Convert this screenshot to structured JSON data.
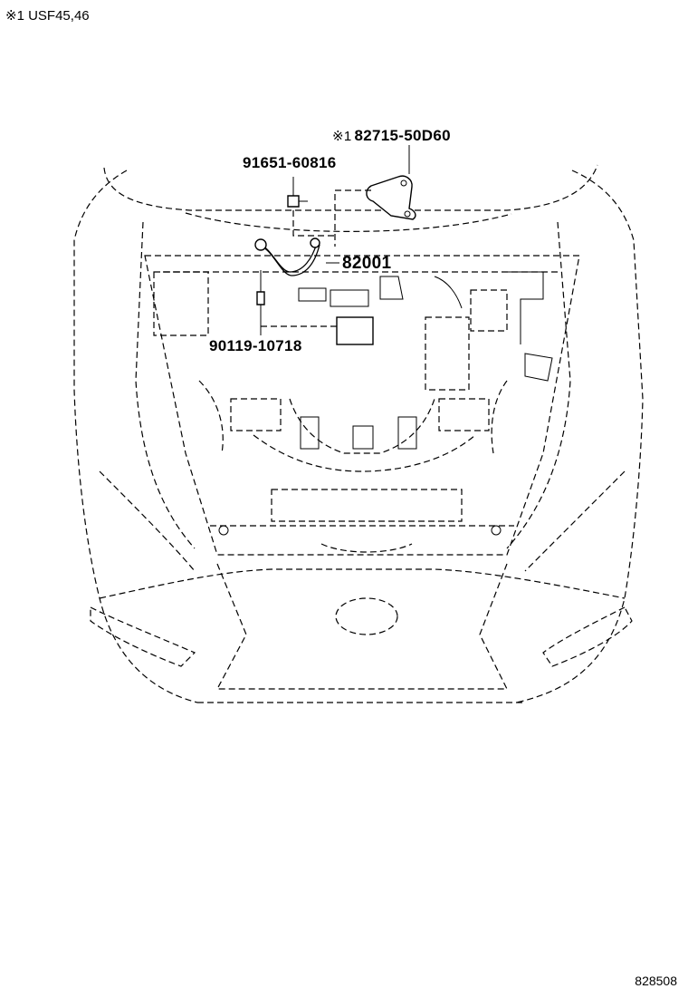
{
  "note": {
    "mark": "※1",
    "text": "USF45,46"
  },
  "callouts": {
    "bracket": {
      "mark": "※1",
      "number": "82715-50D60"
    },
    "bolt": {
      "number": "91651-60816"
    },
    "wire": {
      "number": "82001"
    },
    "stud": {
      "number": "90119-10718"
    }
  },
  "footer": {
    "id": "828508"
  }
}
